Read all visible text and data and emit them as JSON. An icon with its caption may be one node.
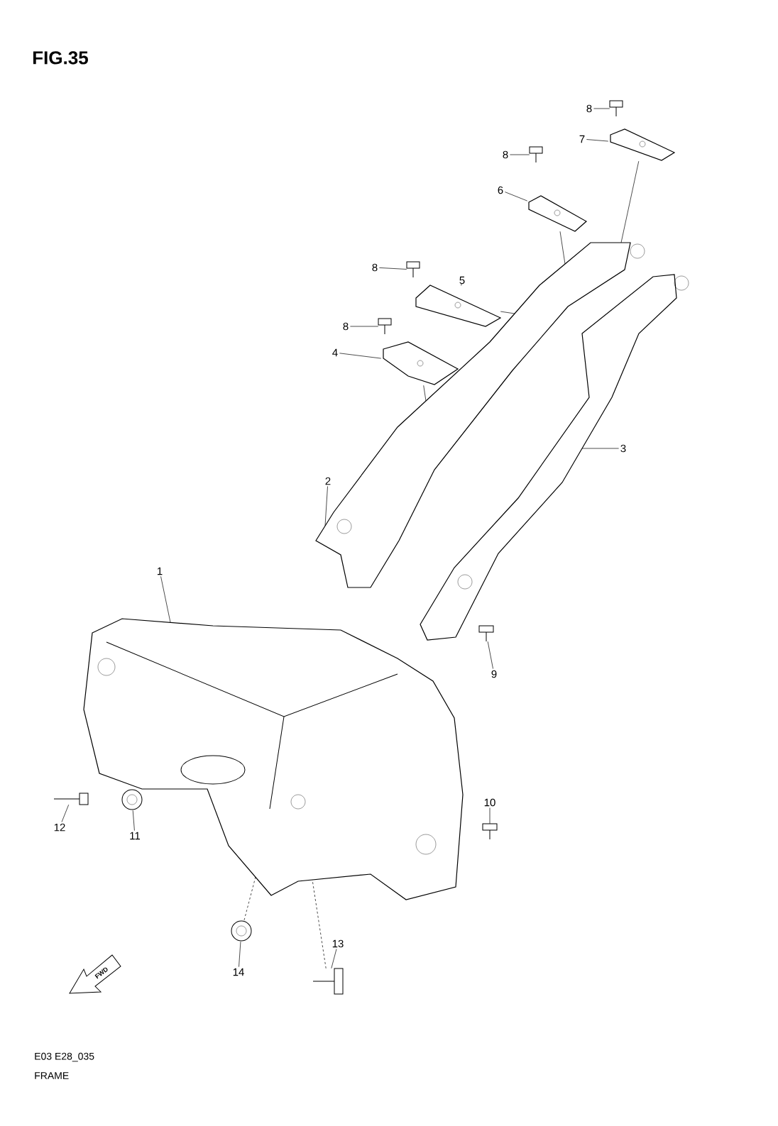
{
  "diagram": {
    "title": "FIG.35",
    "nodes": [
      {
        "text": [
          "1"
        ]
      },
      {
        "text": [
          "2"
        ]
      },
      {
        "text": [
          "3"
        ]
      },
      {
        "text": [
          "4"
        ]
      },
      {
        "text": [
          "5"
        ]
      },
      {
        "text": [
          "6"
        ]
      },
      {
        "text": [
          "7"
        ]
      },
      {
        "text": [
          "8"
        ]
      },
      {
        "text": [
          "8"
        ]
      },
      {
        "text": [
          "8"
        ]
      },
      {
        "text": [
          "8"
        ]
      },
      {
        "text": [
          "9"
        ]
      },
      {
        "text": [
          "10"
        ]
      },
      {
        "text": [
          "11"
        ]
      },
      {
        "text": [
          "12"
        ]
      },
      {
        "text": [
          "13"
        ]
      },
      {
        "text": [
          "14"
        ]
      },
      {
        "text": [],
        "shape": "picture"
      },
      {
        "text": [],
        "shape": "picture"
      },
      {
        "text": [],
        "shape": "picture"
      },
      {
        "text": [],
        "shape": "picture"
      },
      {
        "text": [],
        "shape": "picture"
      },
      {
        "text": [],
        "shape": "picture"
      },
      {
        "text": [],
        "shape": "picture"
      },
      {
        "text": [],
        "shape": "picture"
      },
      {
        "text": [],
        "shape": "picture"
      },
      {
        "text": [],
        "shape": "picture"
      },
      {
        "text": [],
        "shape": "picture"
      },
      {
        "text": [],
        "shape": "picture"
      },
      {
        "text": [],
        "shape": "picture"
      },
      {
        "text": [],
        "shape": "picture"
      },
      {
        "text": [],
        "shape": "picture"
      },
      {
        "text": [],
        "shape": "picture"
      },
      {
        "text": [],
        "shape": "picture"
      },
      {
        "text": [
          "FWD"
        ]
      }
    ],
    "edges": [
      {
        "from": 0,
        "to": 17,
        "arrow": "none"
      },
      {
        "from": 1,
        "to": 18,
        "arrow": "none"
      },
      {
        "from": 2,
        "to": 19,
        "arrow": "none"
      },
      {
        "from": 3,
        "to": 20,
        "arrow": "none"
      },
      {
        "from": 4,
        "to": 21,
        "arrow": "none"
      },
      {
        "from": 5,
        "to": 22,
        "arrow": "none"
      },
      {
        "from": 6,
        "to": 23,
        "arrow": "none"
      },
      {
        "from": 7,
        "to": 24,
        "arrow": "none"
      },
      {
        "from": 8,
        "to": 25,
        "arrow": "none"
      },
      {
        "from": 9,
        "to": 26,
        "arrow": "none"
      },
      {
        "from": 10,
        "to": 27,
        "arrow": "none"
      },
      {
        "from": 11,
        "to": 28,
        "arrow": "none"
      },
      {
        "from": 12,
        "to": 29,
        "arrow": "none"
      },
      {
        "from": 13,
        "to": 30,
        "arrow": "none"
      },
      {
        "from": 14,
        "to": 31,
        "arrow": "none"
      },
      {
        "from": 15,
        "to": 32,
        "arrow": "none"
      },
      {
        "from": 16,
        "to": 33,
        "arrow": "none"
      },
      {
        "from": 23,
        "to": 18,
        "arrow": "none"
      },
      {
        "from": 22,
        "to": 18,
        "arrow": "none"
      },
      {
        "from": 21,
        "to": 18,
        "arrow": "none"
      },
      {
        "from": 20,
        "to": 18,
        "arrow": "none"
      },
      {
        "from": 32,
        "to": 17,
        "arrow": "none",
        "style": "dashed"
      },
      {
        "from": 33,
        "to": 17,
        "arrow": "none",
        "style": "dashed"
      }
    ],
    "labels": [
      "E03 E28_035",
      "FRAME"
    ]
  }
}
